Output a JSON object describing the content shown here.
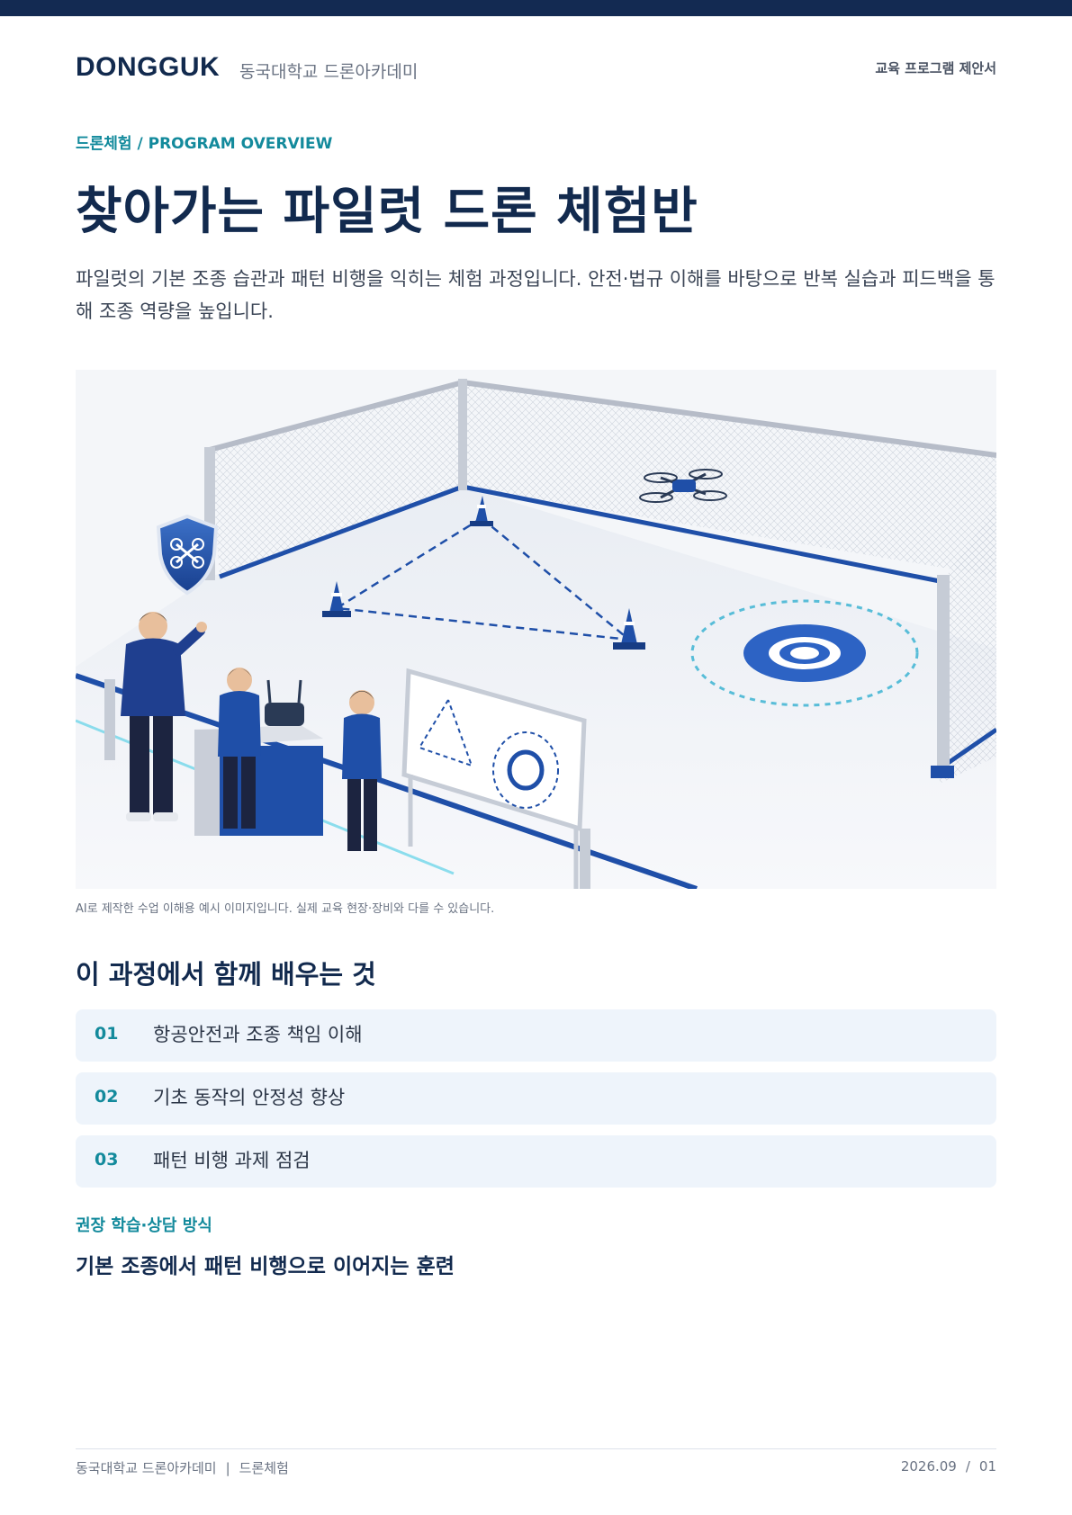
{
  "header": {
    "logo": "DONGGUK",
    "org_name": "동국대학교 드론아카데미",
    "doc_type": "교육 프로그램 제안서"
  },
  "hero": {
    "eyebrow": "드론체험 / PROGRAM OVERVIEW",
    "title": "찾아가는 파일럿 드론 체험반",
    "intro": "파일럿의 기본 조종 습관과 패턴 비행을 익히는 체험 과정입니다. 안전·법규 이해를 바탕으로 반복 실습과 피드백을 통해 조종 역량을 높입니다."
  },
  "image": {
    "caption": "AI로 제작한 수업 이해용 예시 이미지입니다. 실제 교육 현장·장비와 다를 수 있습니다."
  },
  "learn": {
    "title": "이 과정에서 함께 배우는 것",
    "items": [
      {
        "num": "01",
        "text": "항공안전과 조종 책임 이해"
      },
      {
        "num": "02",
        "text": "기초 동작의 안정성 향상"
      },
      {
        "num": "03",
        "text": "패턴 비행 과제 점검"
      }
    ]
  },
  "recommend": {
    "label": "권장 학습·상담 방식",
    "text": "기본 조종에서 패턴 비행으로 이어지는 훈련"
  },
  "footer": {
    "org": "동국대학교 드론아카데미",
    "divider": "|",
    "category": "드론체험",
    "date": "2026.09",
    "slash": "/",
    "page": "01"
  },
  "colors": {
    "navy": "#132a52",
    "teal": "#138a9c",
    "drone_blue": "#1f4fa8",
    "row_bg": "#eef4fb"
  }
}
